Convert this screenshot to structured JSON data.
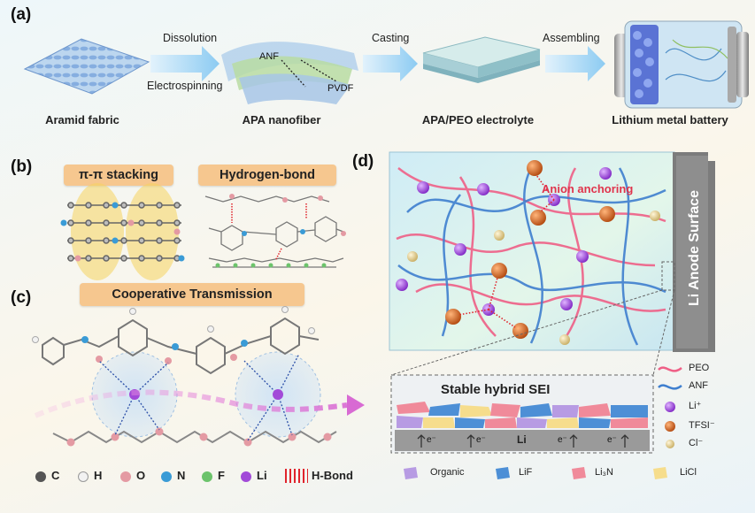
{
  "panels": {
    "a": "(a)",
    "b": "(b)",
    "c": "(c)",
    "d": "(d)"
  },
  "panel_a": {
    "stages": [
      "Aramid fabric",
      "APA nanofiber",
      "APA/PEO electrolyte",
      "Lithium metal battery"
    ],
    "steps": {
      "dissolution": "Dissolution",
      "electrospinning": "Electrospinning",
      "casting": "Casting",
      "assembling": "Assembling"
    },
    "labels": {
      "anf": "ANF",
      "pvdf": "PVDF"
    }
  },
  "panel_b": {
    "pi_stacking": "π-π stacking",
    "hydrogen_bond": "Hydrogen-bond"
  },
  "panel_c": {
    "title": "Cooperative Transmission"
  },
  "panel_d": {
    "anion_anchoring": "Anion anchoring",
    "anode_surface": "Li Anode Surface",
    "sei_title": "Stable hybrid SEI",
    "electron": "e⁻",
    "li": "Li",
    "legend": [
      {
        "label": "PEO",
        "color": "#ef5f86",
        "kind": "line"
      },
      {
        "label": "ANF",
        "color": "#3f7fcf",
        "kind": "line"
      },
      {
        "label": "Li⁺",
        "color": "#a24ad8",
        "kind": "dot"
      },
      {
        "label": "TFSI⁻",
        "color": "#d8621c",
        "kind": "dot"
      },
      {
        "label": "Cl⁻",
        "color": "#e9d59a",
        "kind": "dot"
      }
    ],
    "sei_legend": [
      {
        "label": "Organic",
        "color": "#b79be3"
      },
      {
        "label": "LiF",
        "color": "#4d8fd6"
      },
      {
        "label": "Li₃N",
        "color": "#f08a9a"
      },
      {
        "label": "LiCl",
        "color": "#f6dd8c"
      }
    ]
  },
  "atom_legend": [
    {
      "label": "C",
      "color": "#555555"
    },
    {
      "label": "H",
      "color": "#f2f2f2"
    },
    {
      "label": "O",
      "color": "#e49aa3"
    },
    {
      "label": "N",
      "color": "#3a9bd6"
    },
    {
      "label": "F",
      "color": "#6cc36b"
    },
    {
      "label": "Li",
      "color": "#a24ad8"
    }
  ],
  "hbond_label": "H-Bond",
  "colors": {
    "peo": "#ef5f86",
    "anf": "#3f7fcf",
    "li": "#a24ad8",
    "tfsi": "#d8621c",
    "cl": "#e9d59a",
    "arrow": "#a9d6f4",
    "badge": "#f6c78f"
  }
}
